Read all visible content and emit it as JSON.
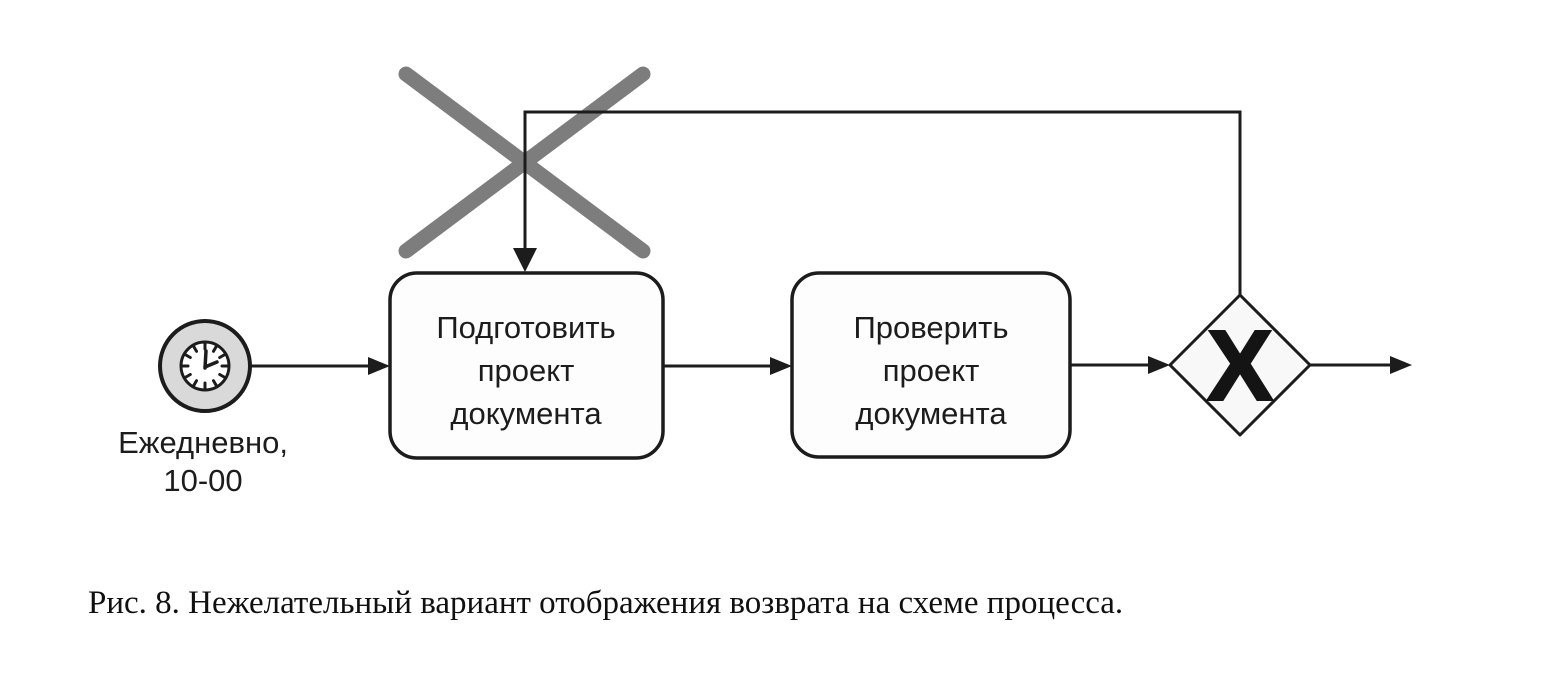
{
  "figure": {
    "caption": "Рис. 8. Нежелательный вариант отображения возврата на схеме процесса."
  },
  "diagram": {
    "type": "bpmn-process-flow",
    "start_event": {
      "type": "timer-start-event",
      "label_line1": "Ежедневно,",
      "label_line2": "10-00"
    },
    "tasks": [
      {
        "lines": [
          "Подготовить",
          "проект",
          "документа"
        ]
      },
      {
        "lines": [
          "Проверить",
          "проект",
          "документа"
        ]
      }
    ],
    "gateway": {
      "type": "exclusive-gateway",
      "symbol": "X"
    },
    "annotation": {
      "type": "crossout-mark"
    },
    "colors": {
      "line": "#1c1c1c",
      "event_fill": "#d9d9d9",
      "clock_fill": "#ffffff",
      "task_fill": "#fdfdfd",
      "gateway_fill": "#f8f8f8",
      "crossout": "#7d7d7d"
    }
  }
}
